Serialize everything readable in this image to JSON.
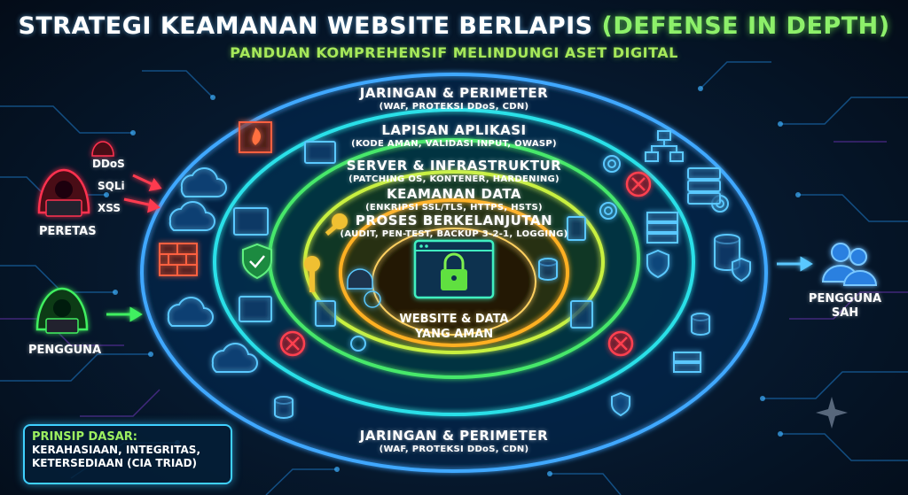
{
  "title": {
    "main": "STRATEGI KEAMANAN WEBSITE BERLAPIS",
    "highlight": "(DEFENSE IN DEPTH)"
  },
  "subtitle": "PANDUAN KOMPREHENSIF MELINDUNGI ASET DIGITAL",
  "layers": [
    {
      "name": "JARINGAN & PERIMETER",
      "detail": "(WAF, PROTEKSI DDoS, CDN)",
      "color": "#3fa8ff"
    },
    {
      "name": "LAPISAN APLIKASI",
      "detail": "(KODE AMAN, VALIDASI INPUT, OWASP)",
      "color": "#29e0e8"
    },
    {
      "name": "SERVER & INFRASTRUKTUR",
      "detail": "(PATCHING OS, KONTENER, HARDENING)",
      "color": "#46e86a"
    },
    {
      "name": "KEAMANAN DATA",
      "detail": "(ENKRIPSI SSL/TLS, HTTPS, HSTS)",
      "color": "#c8f040"
    },
    {
      "name": "PROSES BERKELANJUTAN",
      "detail": "(AUDIT, PEN-TEST, BACKUP 3-2-1, LOGGING)",
      "color": "#ffb020"
    }
  ],
  "bottom_layer": {
    "name": "JARINGAN & PERIMETER",
    "detail": "(WAF, PROTEKSI DDoS, CDN)"
  },
  "center": {
    "line1": "WEBSITE & DATA",
    "line2": "YANG AMAN"
  },
  "threats": [
    "DDoS",
    "SQLi",
    "XSS"
  ],
  "actors": {
    "attacker": "PERETAS",
    "user": "PENGGUNA",
    "legit": "PENGGUNA SAH"
  },
  "principle": {
    "heading": "PRINSIP DASAR:",
    "line1": "KERAHASIAAN, INTEGRITAS,",
    "line2": "KETERSEDIAAN (CIA TRIAD)"
  },
  "icons": {
    "attacker": "hooded-hacker-icon",
    "user": "hooded-user-icon",
    "legit": "users-group-icon",
    "center": "padlock-browser-icon",
    "firewall": "brick-firewall-icon",
    "shield": "shield-check-icon",
    "cloud": "cloud-icon",
    "key": "key-icon",
    "database": "database-icon",
    "server": "server-rack-icon",
    "gear": "gear-icon",
    "blocked": "x-circle-icon"
  }
}
